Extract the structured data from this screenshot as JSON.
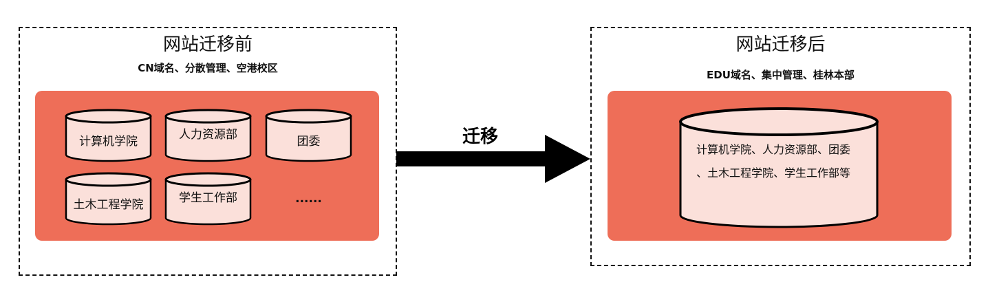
{
  "before": {
    "title": "网站迁移前",
    "subtitle": "CN域名、分散管理、空港校区",
    "databases": [
      "计算机学院",
      "人力资源部",
      "团委",
      "土木工程学院",
      "学生工作部",
      "......"
    ]
  },
  "arrow": {
    "label": "迁移"
  },
  "after": {
    "title": "网站迁移后",
    "subtitle": "EDU域名、集中管理、桂林本部",
    "database_lines": [
      "计算机学院、人力资源部、团委",
      "、土木工程学院、学生工作部等"
    ]
  },
  "colors": {
    "panel": "#ee6e58",
    "cylinder": "#fbe0da"
  }
}
